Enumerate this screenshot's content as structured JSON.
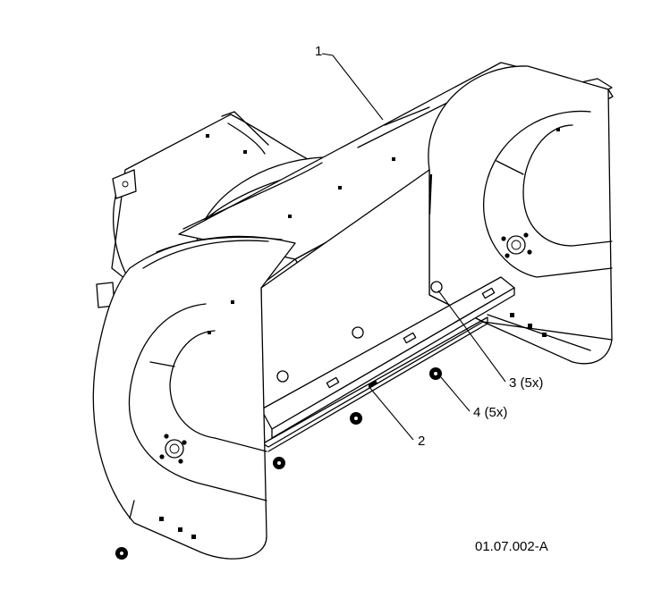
{
  "callouts": [
    {
      "id": "1",
      "label": "1"
    },
    {
      "id": "2",
      "label": "2"
    },
    {
      "id": "3",
      "label": "3 (5x)"
    },
    {
      "id": "4",
      "label": "4 (5x)"
    }
  ],
  "drawing_number": "01.07.002-A"
}
